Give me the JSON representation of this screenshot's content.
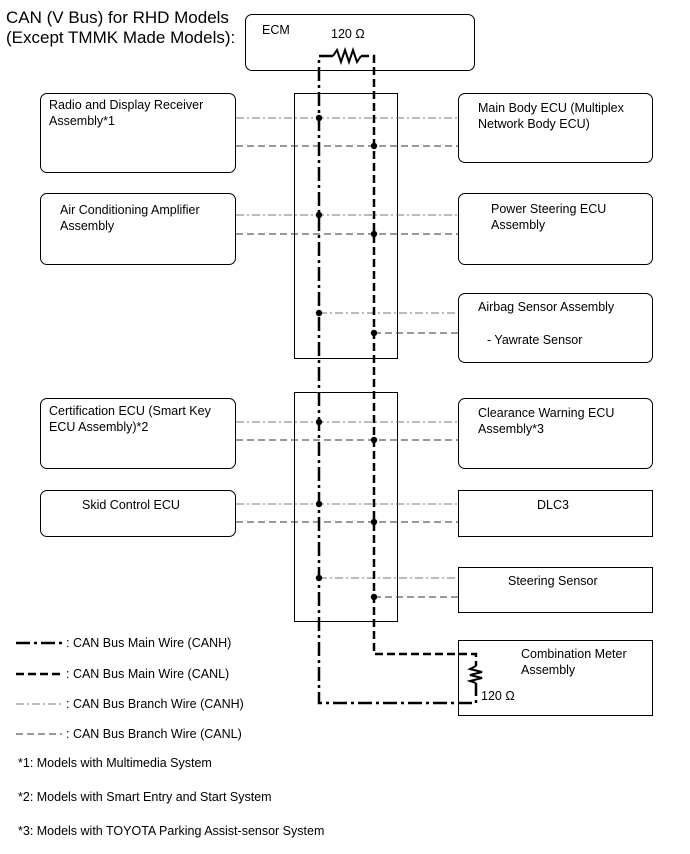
{
  "title": {
    "line1": "CAN (V Bus) for RHD Models",
    "line2": "(Except TMMK Made Models):"
  },
  "ecm": {
    "label": "ECM",
    "resistor": "120 Ω"
  },
  "left_boxes": {
    "radio": {
      "line1": "Radio and Display Receiver",
      "line2": "Assembly*1"
    },
    "aircon": {
      "line1": "Air Conditioning Amplifier",
      "line2": "Assembly"
    },
    "cert": {
      "line1": "Certification ECU (Smart Key",
      "line2": "ECU Assembly)*2"
    },
    "skid": {
      "line1": "Skid Control ECU"
    }
  },
  "right_boxes": {
    "main_body": {
      "line1": "Main Body ECU (Multiplex",
      "line2": "Network Body ECU)"
    },
    "power_steering": {
      "line1": "Power Steering ECU",
      "line2": "Assembly"
    },
    "airbag": {
      "line1": "Airbag Sensor Assembly",
      "line2": "- Yawrate Sensor"
    },
    "clearance": {
      "line1": "Clearance Warning ECU",
      "line2": "Assembly*3"
    },
    "dlc3": {
      "line1": "DLC3"
    },
    "steering_sensor": {
      "line1": "Steering Sensor"
    },
    "combination_meter": {
      "line1": "Combination Meter",
      "line2": "Assembly",
      "resistor": "120 Ω"
    }
  },
  "legend": [
    {
      "symbol": "main-canh",
      "text": ": CAN Bus Main Wire (CANH)"
    },
    {
      "symbol": "main-canl",
      "text": ": CAN Bus Main Wire (CANL)"
    },
    {
      "symbol": "branch-canh",
      "text": ": CAN Bus Branch Wire (CANH)"
    },
    {
      "symbol": "branch-canl",
      "text": ": CAN Bus Branch Wire (CANL)"
    }
  ],
  "notes": [
    "*1: Models with Multimedia System",
    "*2: Models with Smart Entry and Start System",
    "*3: Models with TOYOTA Parking Assist-sensor System"
  ]
}
